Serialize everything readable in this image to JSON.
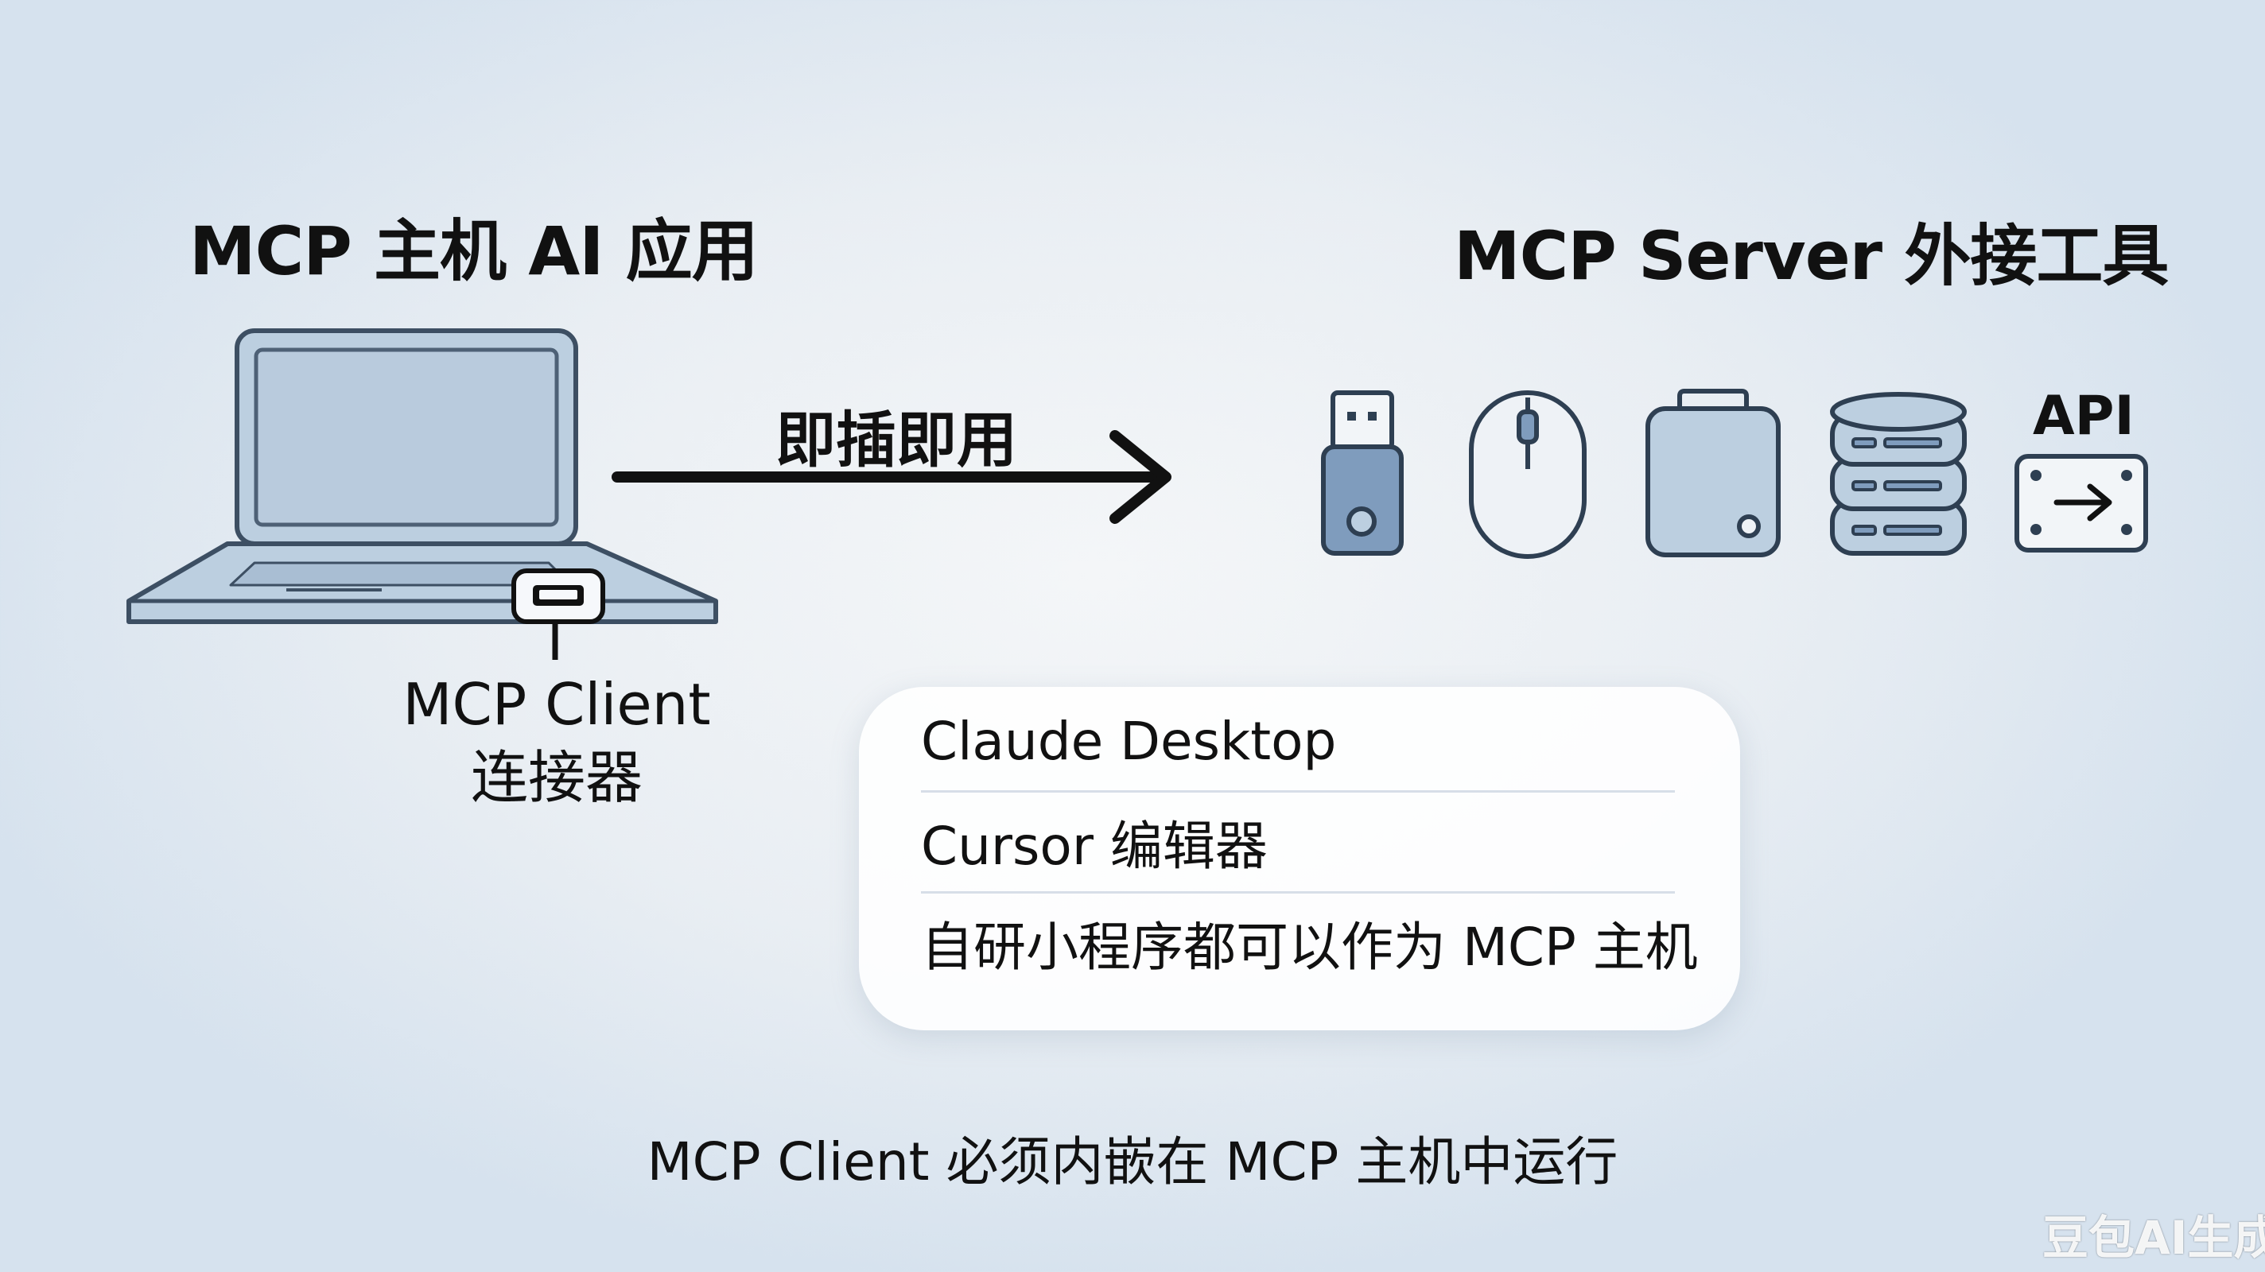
{
  "host": {
    "title": "MCP 主机 AI 应用",
    "client_label_line1": "MCP Client",
    "client_label_line2": "连接器"
  },
  "connection": {
    "label": "即插即用"
  },
  "server": {
    "title": "MCP Server 外接工具",
    "api_label": "API",
    "devices": [
      "usb-drive-icon",
      "mouse-icon",
      "external-disk-icon",
      "database-icon",
      "api-icon"
    ]
  },
  "host_examples": [
    "Claude Desktop",
    "Cursor 编辑器",
    "自研小程序都可以作为 MCP 主机"
  ],
  "footer_note": "MCP Client 必须内嵌在 MCP 主机中运行",
  "watermark": "豆包AI生成",
  "colors": {
    "device_fill": "#bccfe0",
    "device_stroke": "#2e3f52",
    "usb_body": "#7f9cbd",
    "arrow": "#111111"
  }
}
